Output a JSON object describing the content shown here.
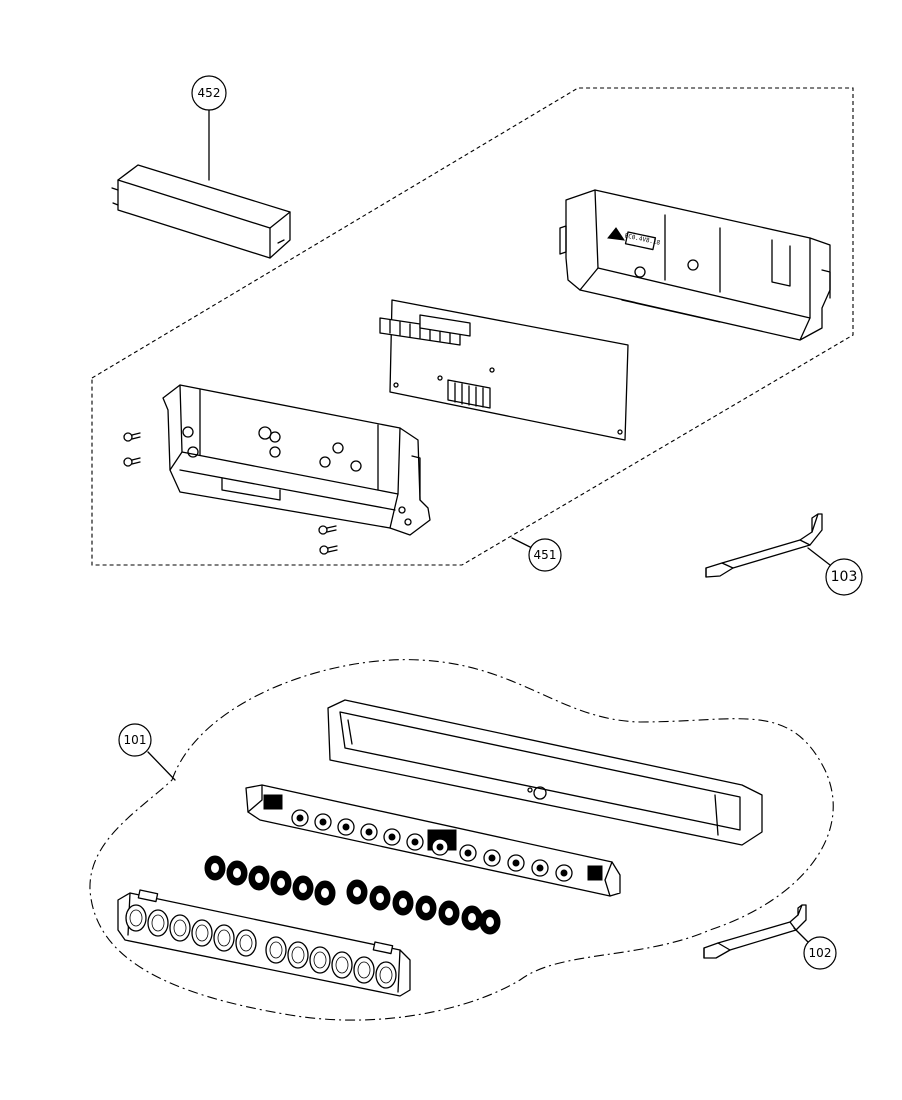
{
  "callouts": {
    "c452": "452",
    "c451": "451",
    "c103": "103",
    "c101": "101",
    "c102": "102"
  },
  "box_label": "EC0.4V8.18",
  "colors": {
    "line": "#000000",
    "background": "#ffffff"
  }
}
